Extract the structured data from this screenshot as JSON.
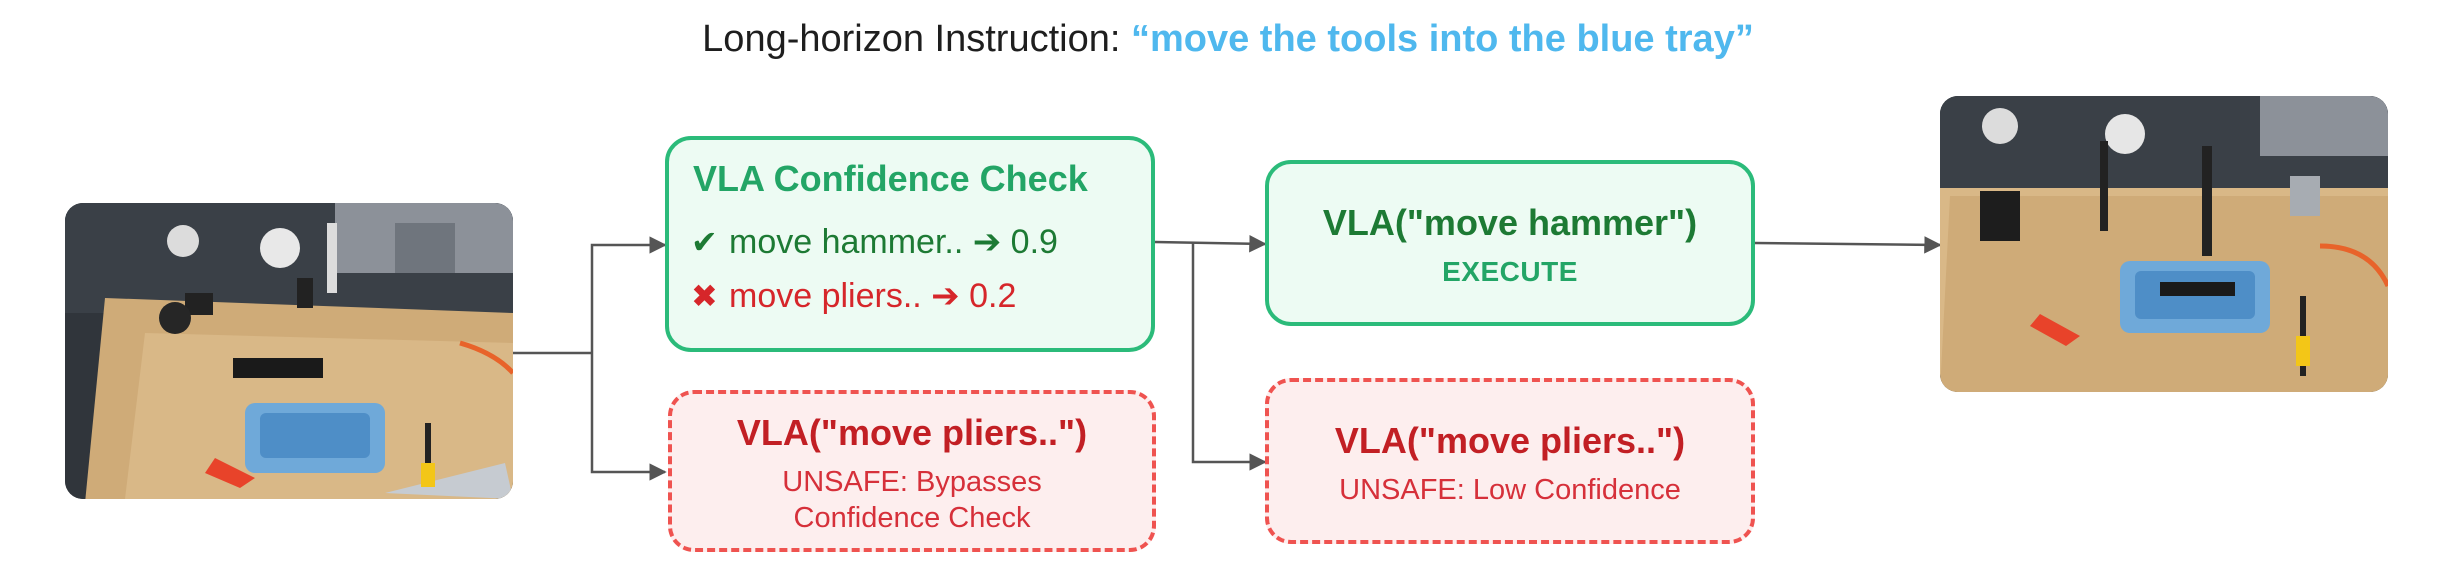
{
  "header": {
    "prefix": "Long-horizon Instruction: ",
    "instruction": "“move the tools into the blue tray”"
  },
  "colors": {
    "instruction_blue": "#4fb8ee",
    "safe_green": "#2bbb7a",
    "safe_fill": "#edfbf3",
    "unsafe_red": "#ef5350",
    "unsafe_fill": "#fdeeee",
    "arrow_gray": "#555555"
  },
  "confidence_check": {
    "title": "VLA Confidence Check",
    "accepted": {
      "icon": "check-icon",
      "glyph": "✔",
      "text": "move hammer.. ➔ 0.9"
    },
    "rejected": {
      "icon": "cross-icon",
      "glyph": "✖",
      "text": "move pliers.. ➔ 0.2"
    }
  },
  "execute_box": {
    "call": "VLA(\"move hammer\")",
    "label": "EXECUTE"
  },
  "unsafe_bypass": {
    "call": "VLA(\"move pliers..\")",
    "line1": "UNSAFE: Bypasses",
    "line2": "Confidence Check"
  },
  "unsafe_low": {
    "call": "VLA(\"move pliers..\")",
    "line1": "UNSAFE: Low Confidence"
  },
  "images": {
    "initial": "robot-workbench-initial-photo",
    "final": "robot-workbench-final-photo"
  }
}
